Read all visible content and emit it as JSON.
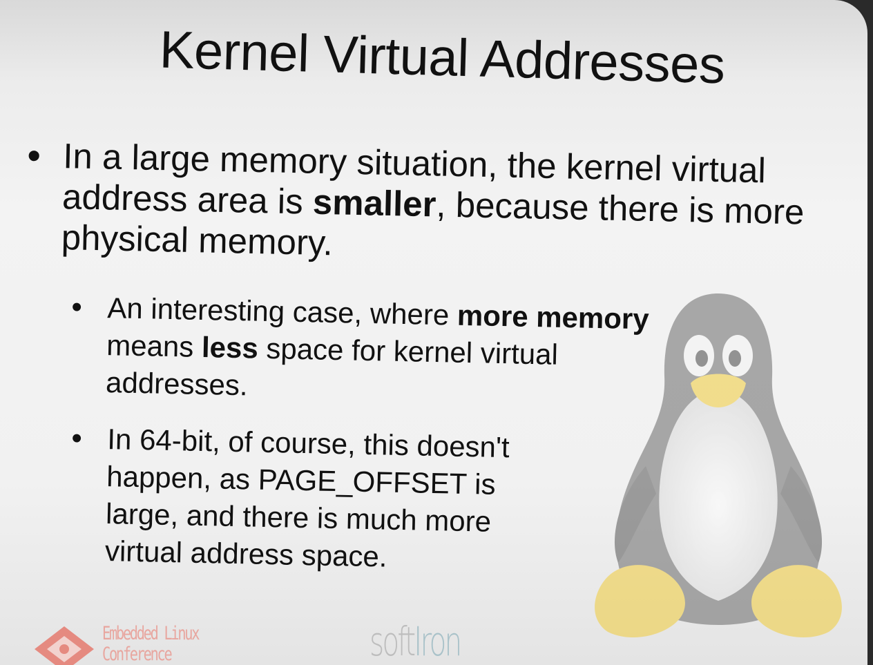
{
  "slide": {
    "title": "Kernel Virtual Addresses",
    "bullets": [
      {
        "parts": [
          "In a large memory situation, the kernel virtual address area is ",
          "smaller",
          ", because there is more physical memory."
        ]
      }
    ],
    "sub_bullets": [
      {
        "parts": [
          "An interesting case, where ",
          "more memory",
          " means ",
          "less",
          " space for kernel virtual addresses."
        ]
      },
      {
        "text": "In 64-bit, of course, this doesn't happen, as PAGE_OFFSET is large, and there is much more virtual address space."
      }
    ]
  },
  "footer": {
    "conference_line1": "Embedded Linux",
    "conference_line2": "Conference",
    "sponsor_soft": "soft",
    "sponsor_iron": "Iron"
  },
  "icons": {
    "background_mascot": "tux-penguin-icon",
    "conference_logo": "elc-diamond-logo-icon"
  },
  "colors": {
    "text": "#111111",
    "elc_logo": "#e58a80",
    "tux_yellow": "#f2d45c"
  }
}
